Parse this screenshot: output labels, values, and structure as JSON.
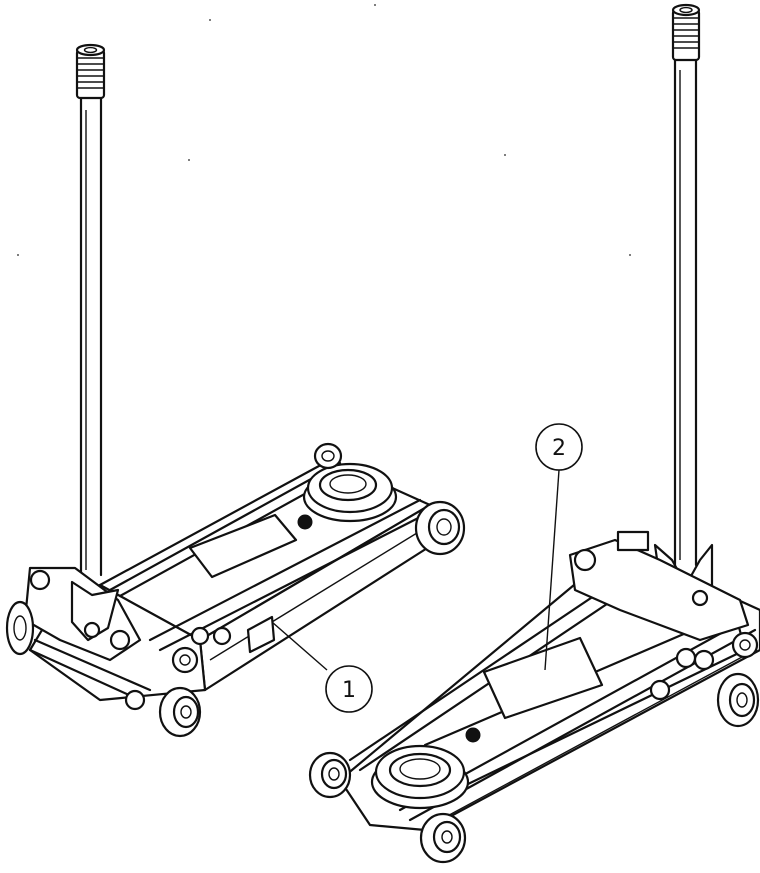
{
  "figure": {
    "callouts": [
      {
        "id": "callout-1",
        "label": "1"
      },
      {
        "id": "callout-2",
        "label": "2"
      }
    ],
    "ink_color": "#111111",
    "background_color": "#ffffff"
  }
}
